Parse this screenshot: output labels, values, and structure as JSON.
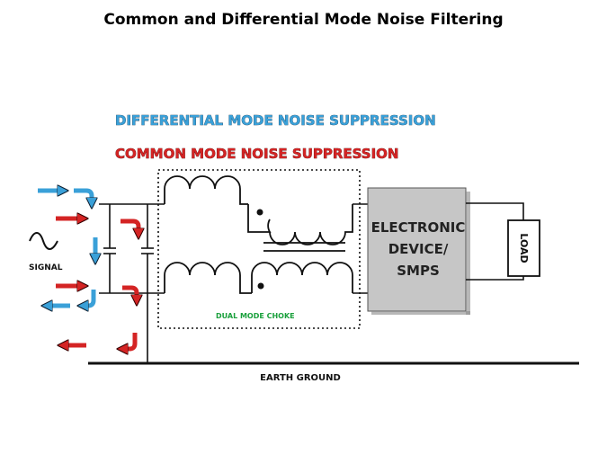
{
  "title": "Common and Differential Mode Noise Filtering",
  "legend": {
    "differential": "DIFFERENTIAL MODE NOISE SUPPRESSION",
    "common": "COMMON MODE NOISE SUPPRESSION"
  },
  "labels": {
    "signal": "SIGNAL",
    "choke": "DUAL MODE CHOKE",
    "device_line1": "ELECTRONIC",
    "device_line2": "DEVICE/",
    "device_line3": "SMPS",
    "load": "LOAD",
    "ground": "EARTH GROUND"
  },
  "colors": {
    "differential_arrow": "#3aa0d8",
    "common_arrow": "#d42424",
    "device_box": "#c6c6c6"
  }
}
